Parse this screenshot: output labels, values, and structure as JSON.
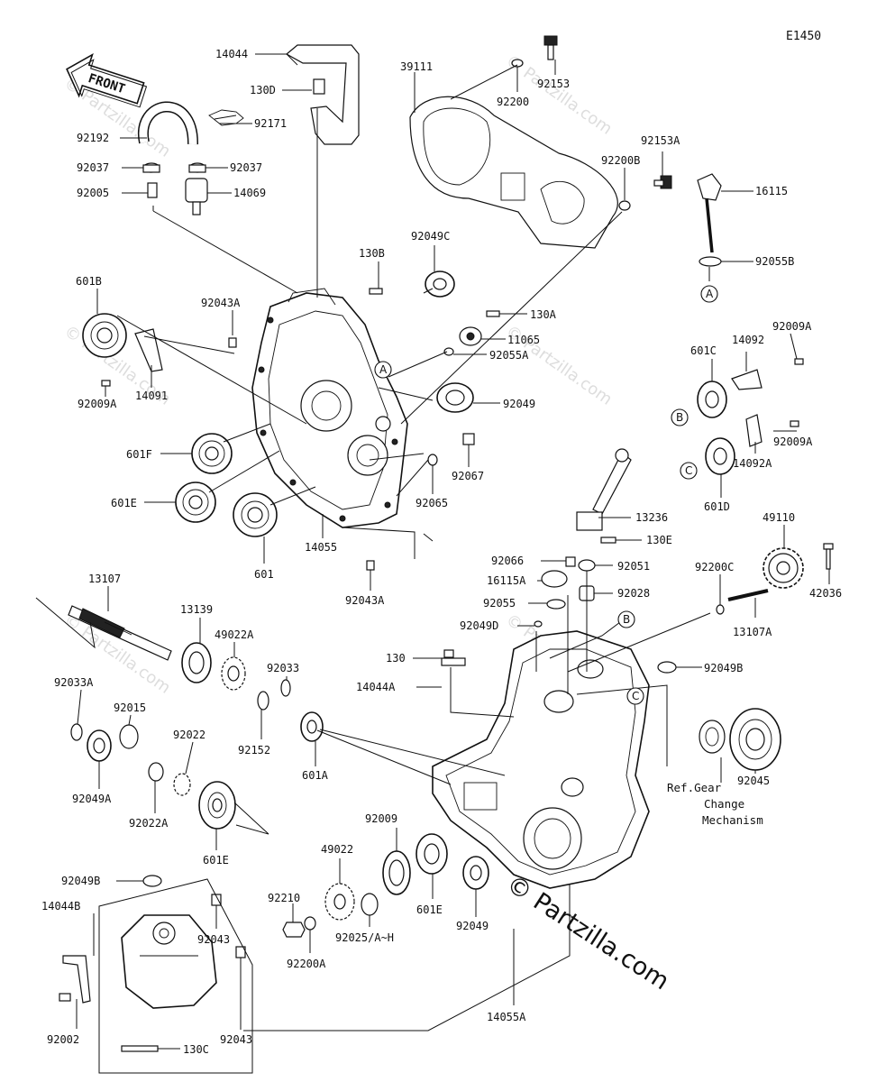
{
  "diagram_code": "E1450",
  "front_arrow": "FRONT",
  "watermark": "© Partzilla.com",
  "ref_note": [
    "Ref.Gear",
    "Change",
    "Mechanism"
  ],
  "callouts": {
    "a": "A",
    "b": "B",
    "c": "C"
  },
  "labels": {
    "p14044": "14044",
    "p130D": "130D",
    "p92171": "92171",
    "p92192": "92192",
    "p92037L": "92037",
    "p92037R": "92037",
    "p92005": "92005",
    "p14069": "14069",
    "p39111": "39111",
    "p92153": "92153",
    "p92200": "92200",
    "p92153A": "92153A",
    "p92200B": "92200B",
    "p16115": "16115",
    "p92055B": "92055B",
    "p130B": "130B",
    "p92049C": "92049C",
    "p601B": "601B",
    "p92043A_top": "92043A",
    "p130A": "130A",
    "p11065": "11065",
    "p92055A": "92055A",
    "p14091": "14091",
    "p92009A_left": "92009A",
    "p92049": "92049",
    "p601F": "601F",
    "p92067": "92067",
    "p92065": "92065",
    "p601E_top": "601E",
    "p601": "601",
    "p14055": "14055",
    "p92043A_bot": "92043A",
    "p601C": "601C",
    "p14092": "14092",
    "p92009A_r1": "92009A",
    "p92009A_r2": "92009A",
    "p14092A": "14092A",
    "p601D": "601D",
    "p13236": "13236",
    "p130E": "130E",
    "p92066": "92066",
    "p92051": "92051",
    "p16115A": "16115A",
    "p92055": "92055",
    "p92028": "92028",
    "p92049D": "92049D",
    "p92200C": "92200C",
    "p49110": "49110",
    "p42036": "42036",
    "p13107A": "13107A",
    "p13107": "13107",
    "p13139": "13139",
    "p49022A": "49022A",
    "p92033": "92033",
    "p92033A": "92033A",
    "p92015": "92015",
    "p92022": "92022",
    "p92152": "92152",
    "p92049A": "92049A",
    "p92022A": "92022A",
    "p601A": "601A",
    "p601E_mid": "601E",
    "p130": "130",
    "p14044A": "14044A",
    "p92049B_right": "92049B",
    "p92045": "92045",
    "p92049B_left": "92049B",
    "p14044B": "14044B",
    "p92043_1": "92043",
    "p92043_2": "92043",
    "p92002": "92002",
    "p130C": "130C",
    "p92009": "92009",
    "p49022": "49022",
    "p92210": "92210",
    "p92200A": "92200A",
    "p92025": "92025/A~H",
    "p601E_bot": "601E",
    "p92049_bot": "92049",
    "p14055A": "14055A"
  }
}
